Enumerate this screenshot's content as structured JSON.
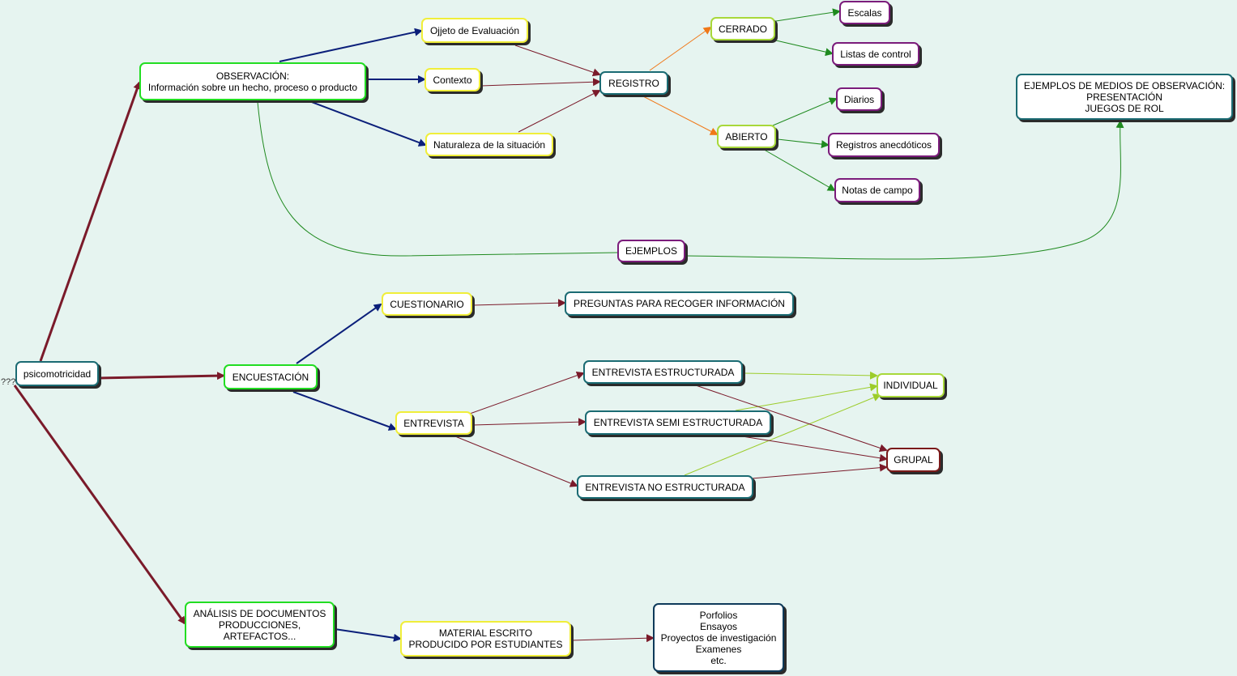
{
  "nodes": {
    "root": "psicomotricidad",
    "stray": "???",
    "observacion": [
      "OBSERVACIÓN:",
      "Información sobre un hecho, proceso o producto"
    ],
    "encuestacion": "ENCUESTACIÓN",
    "analisis": [
      "ANÁLISIS DE DOCUMENTOS",
      "PRODUCCIONES,",
      "ARTEFACTOS..."
    ],
    "objeto": "Ojjeto de Evaluación",
    "contexto": "Contexto",
    "naturaleza": "Naturaleza de la situación",
    "registro": "REGISTRO",
    "cerrado": "CERRADO",
    "abierto": "ABIERTO",
    "escalas": "Escalas",
    "listas": "Listas de control",
    "diarios": "Diarios",
    "registros_anec": "Registros anecdóticos",
    "notas": "Notas de campo",
    "ejemplos": "EJEMPLOS",
    "ejemplos_medios": [
      "EJEMPLOS DE MEDIOS DE OBSERVACIÓN:",
      "PRESENTACIÓN",
      "JUEGOS DE ROL"
    ],
    "cuestionario": "CUESTIONARIO",
    "preguntas": "PREGUNTAS PARA RECOGER INFORMACIÓN",
    "entrevista": "ENTREVISTA",
    "ent_estructurada": "ENTREVISTA ESTRUCTURADA",
    "ent_semi": "ENTREVISTA SEMI ESTRUCTURADA",
    "ent_no": "ENTREVISTA NO ESTRUCTURADA",
    "individual": "INDIVIDUAL",
    "grupal": "GRUPAL",
    "material": [
      "MATERIAL ESCRITO",
      "PRODUCIDO POR ESTUDIANTES"
    ],
    "porfolios": [
      "Porfolios",
      "Ensayos",
      "Proyectos de investigación",
      "Examenes",
      "etc."
    ]
  },
  "colors": {
    "maroon": "#7a1a2a",
    "navy": "#0b1f7a",
    "orange": "#f07818",
    "green": "#1f8a1f",
    "lime": "#9ccc2a",
    "background": "#e6f4f0"
  }
}
